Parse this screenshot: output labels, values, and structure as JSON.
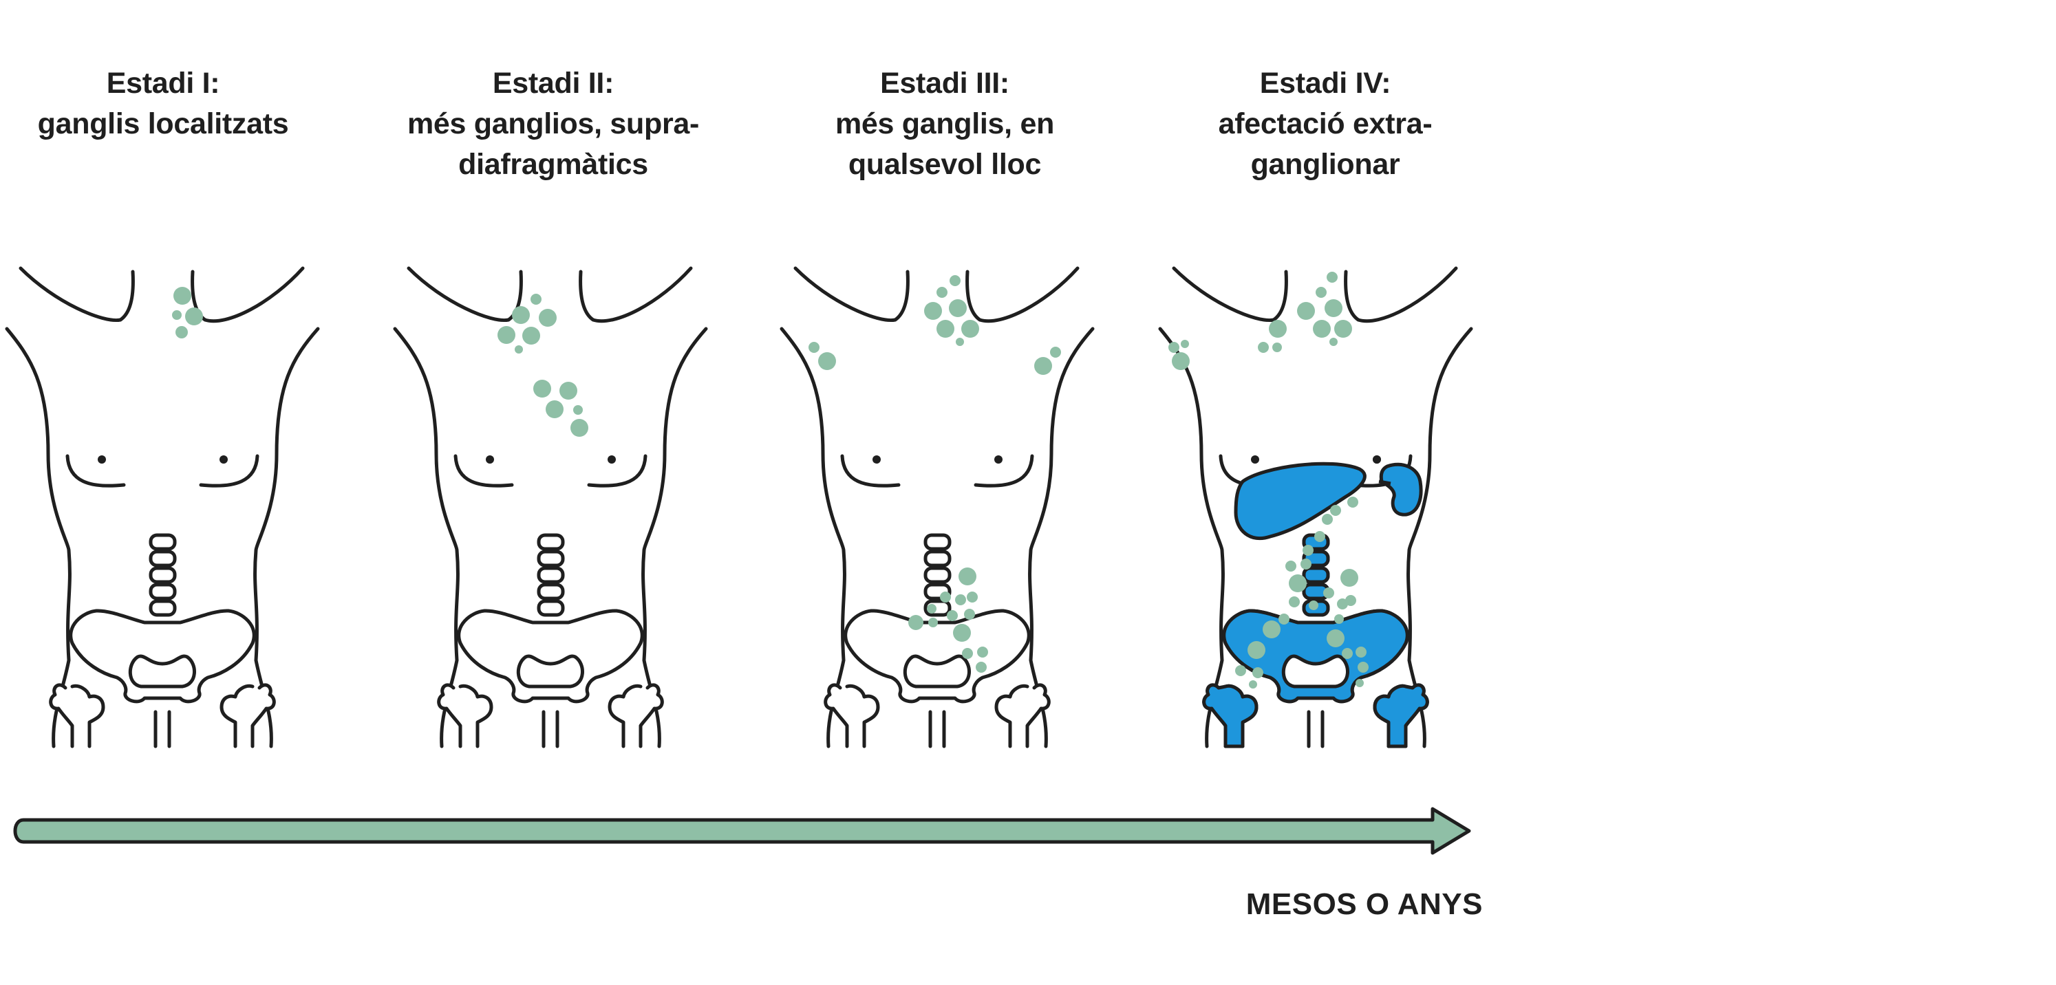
{
  "stages": [
    {
      "id": "stage-1",
      "title_line1": "Estadi I:",
      "title_line2": "ganglis localitzats",
      "title_line3": ""
    },
    {
      "id": "stage-2",
      "title_line1": "Estadi II:",
      "title_line2": "més ganglios, supra-",
      "title_line3": "diafragmàtics"
    },
    {
      "id": "stage-3",
      "title_line1": "Estadi III:",
      "title_line2": "més ganglis, en",
      "title_line3": "qualsevol lloc"
    },
    {
      "id": "stage-4",
      "title_line1": "Estadi IV:",
      "title_line2": "afectació extra-",
      "title_line3": "ganglionar"
    }
  ],
  "timeline": {
    "label": "MESOS O ANYS"
  },
  "colors": {
    "outline": "#1f1f1f",
    "lymph_node": "#8fbfa6",
    "organ_affected": "#1e96dc",
    "arrow_fill": "#8fbfa6"
  }
}
